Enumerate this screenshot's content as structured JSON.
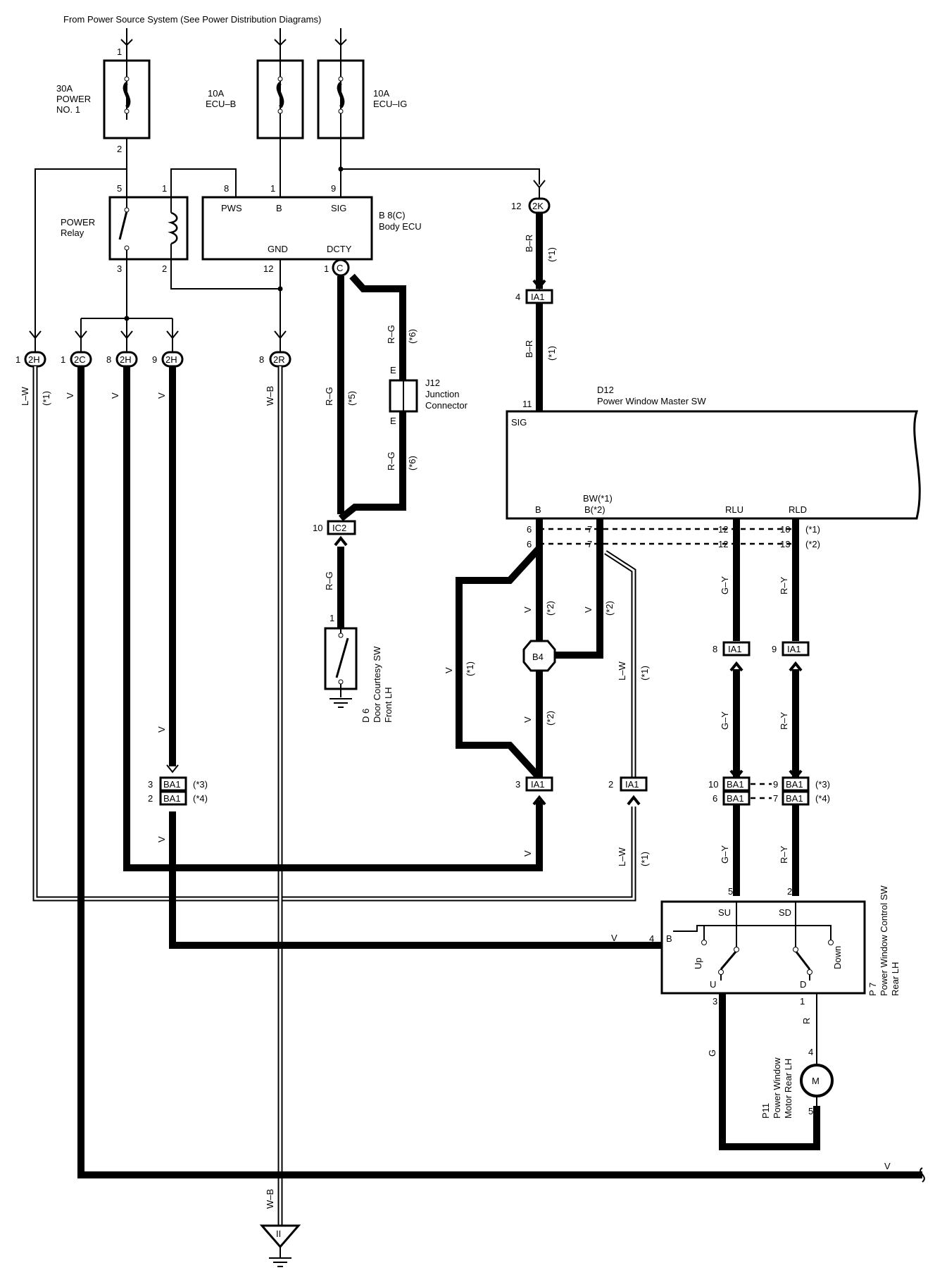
{
  "header": {
    "source_note": "From Power Source System (See Power Distribution Diagrams)"
  },
  "fuses": {
    "power_no1": {
      "line1": "30A",
      "line2": "POWER",
      "line3": "NO. 1",
      "pin_top": "1",
      "pin_bottom": "2"
    },
    "ecu_b": {
      "line1": "10A",
      "line2": "ECU–B"
    },
    "ecu_ig": {
      "line1": "10A",
      "line2": "ECU–IG"
    }
  },
  "power_relay": {
    "line1": "POWER",
    "line2": "Relay",
    "pin5": "5",
    "pin1": "1",
    "pin3": "3",
    "pin2": "2"
  },
  "body_ecu": {
    "id": "B 8(C)",
    "name": "Body ECU",
    "pws": "PWS",
    "b": "B",
    "sig": "SIG",
    "gnd": "GND",
    "dcty": "DCTY",
    "pin8": "8",
    "pin1": "1",
    "pin9": "9",
    "pin12": "12",
    "pin_dcty": "1",
    "conn_c": "C"
  },
  "connectors": {
    "c2h_a": {
      "pin": "1",
      "label": "2H"
    },
    "c2c": {
      "pin": "1",
      "label": "2C"
    },
    "c2h_b": {
      "pin": "8",
      "label": "2H"
    },
    "c2h_c": {
      "pin": "9",
      "label": "2H"
    },
    "c2r": {
      "pin": "8",
      "label": "2R"
    },
    "c2k": {
      "pin": "12",
      "label": "2K"
    },
    "ia1_top": {
      "pin": "4",
      "label": "IA1"
    },
    "ic2": {
      "pin": "10",
      "label": "IC2"
    },
    "ia1_rlu": {
      "pin": "8",
      "label": "IA1"
    },
    "ia1_rld": {
      "pin": "9",
      "label": "IA1"
    },
    "ia1_b": {
      "pin": "3",
      "label": "IA1"
    },
    "ia1_lw": {
      "pin": "2",
      "label": "IA1"
    },
    "ba1_l3": {
      "pin": "3",
      "label": "BA1",
      "note": "(*3)"
    },
    "ba1_l4": {
      "pin": "2",
      "label": "BA1",
      "note": "(*4)"
    },
    "ba1_g3": {
      "pin": "10",
      "label": "BA1"
    },
    "ba1_g4": {
      "pin": "6",
      "label": "BA1"
    },
    "ba1_r3": {
      "pin": "9",
      "label": "BA1",
      "note": "(*3)"
    },
    "ba1_r4": {
      "pin": "7",
      "label": "BA1",
      "note": "(*4)"
    },
    "b4": {
      "label": "B4"
    }
  },
  "wire_labels": {
    "lw": "L–W",
    "star1": "(*1)",
    "star2": "(*2)",
    "star5": "(*5)",
    "star6": "(*6)",
    "v": "V",
    "wb": "W–B",
    "rg": "R–G",
    "br": "B–R",
    "gy": "G–Y",
    "ry": "R–Y",
    "g": "G",
    "r": "R"
  },
  "junction": {
    "id": "J12",
    "line1": "Junction",
    "line2": "Connector",
    "pin": "E"
  },
  "door_sw": {
    "id": "D 6",
    "line1": "Door Courtesy SW",
    "line2": "Front LH",
    "pin": "1"
  },
  "master_sw": {
    "id": "D12",
    "name": "Power Window Master SW",
    "sig": "SIG",
    "sig_pin": "11",
    "b": "B",
    "bw1": "BW(*1)",
    "b2": "B(*2)",
    "rlu": "RLU",
    "rld": "RLD",
    "b_pin1": "6",
    "b_pin2": "6",
    "bw_pin1": "7",
    "bw_pin2": "7",
    "rlu_pin1": "12",
    "rlu_pin2": "12",
    "rld_pin1": "10",
    "rld_pin2": "13",
    "note1": "(*1)",
    "note2": "(*2)"
  },
  "control_sw": {
    "id": "P 7",
    "line1": "Power Window Control SW",
    "line2": "Rear LH",
    "su": "SU",
    "sd": "SD",
    "b": "B",
    "u": "U",
    "d": "D",
    "up": "Up",
    "down": "Down",
    "pin5": "5",
    "pin2": "2",
    "pin4": "4",
    "pin3": "3",
    "pin1": "1"
  },
  "motor": {
    "id": "P11",
    "line1": "Power Window",
    "line2": "Motor Rear LH",
    "symbol": "M",
    "pin4": "4",
    "pin5": "5"
  },
  "ground": {
    "symbol": "II",
    "wire": "W–B"
  }
}
